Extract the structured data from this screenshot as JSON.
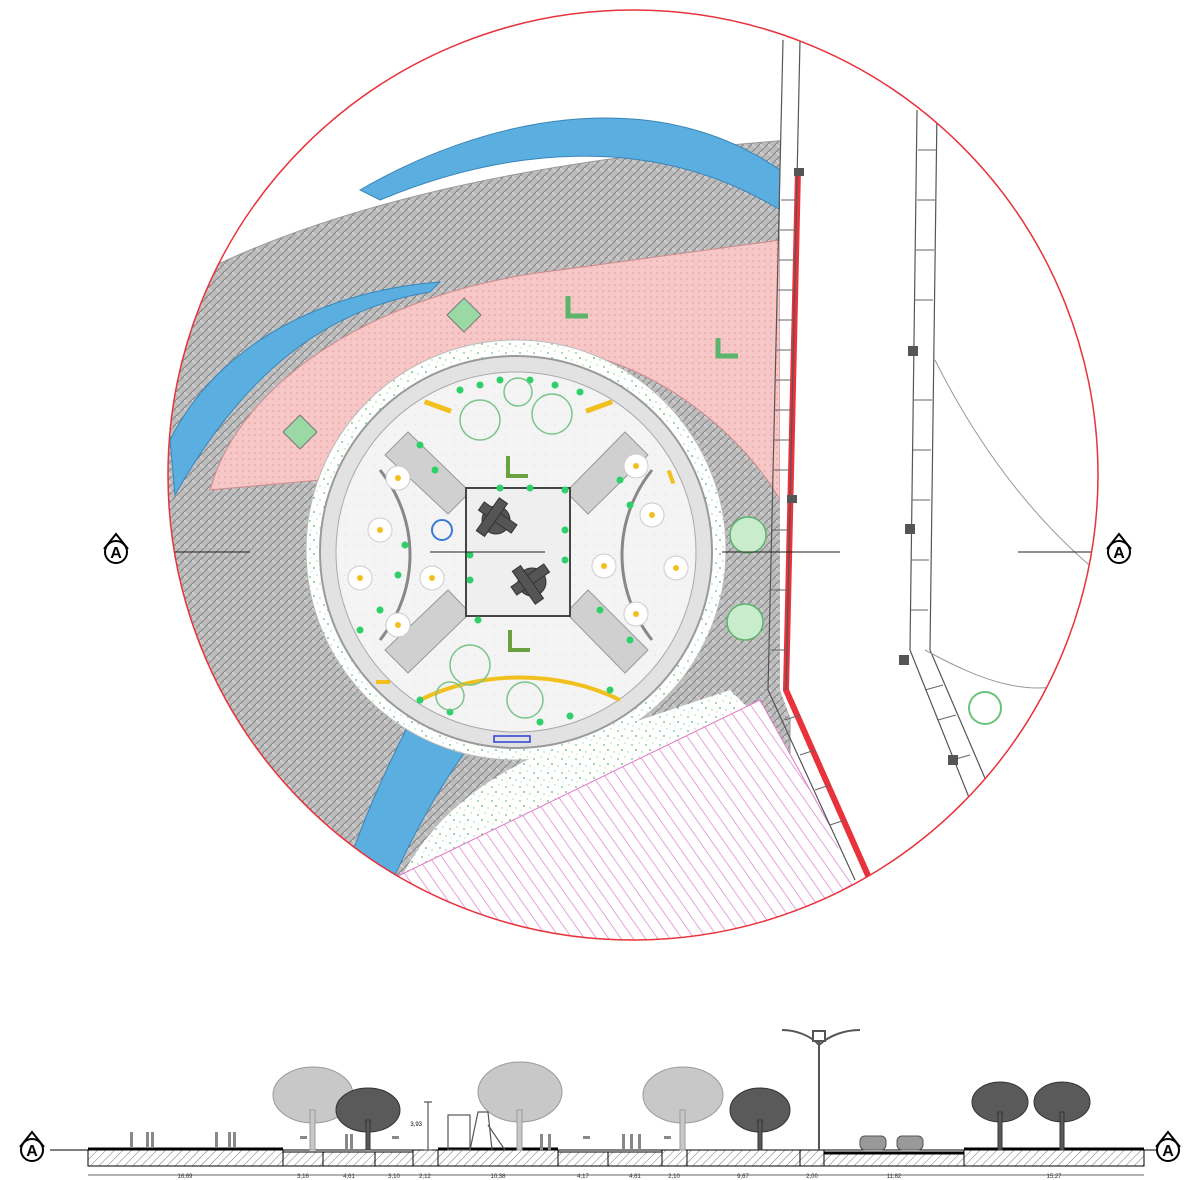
{
  "plan": {
    "section_marker_label": "A",
    "section_marker_left_label": "A",
    "section_marker_right_label": "A"
  },
  "section": {
    "marker_left_label": "A",
    "marker_right_label": "A",
    "height_label": "3,93",
    "dimensions": [
      "16,69",
      "3,16",
      "4,61",
      "3,10",
      "2,12",
      "10,38",
      "4,17",
      "4,61",
      "2,10",
      "9,67",
      "2,00",
      "11,82",
      "15,27"
    ]
  },
  "colors": {
    "boundary_red": "#e8323c",
    "water_blue": "#5aaee0",
    "paving_grey": "#a8a8a8",
    "paving_pink": "#f6c2c2",
    "lawn_green": "#7ad28a",
    "hatch_magenta": "#e07ac8",
    "bench_yellow": "#f2c01e"
  }
}
